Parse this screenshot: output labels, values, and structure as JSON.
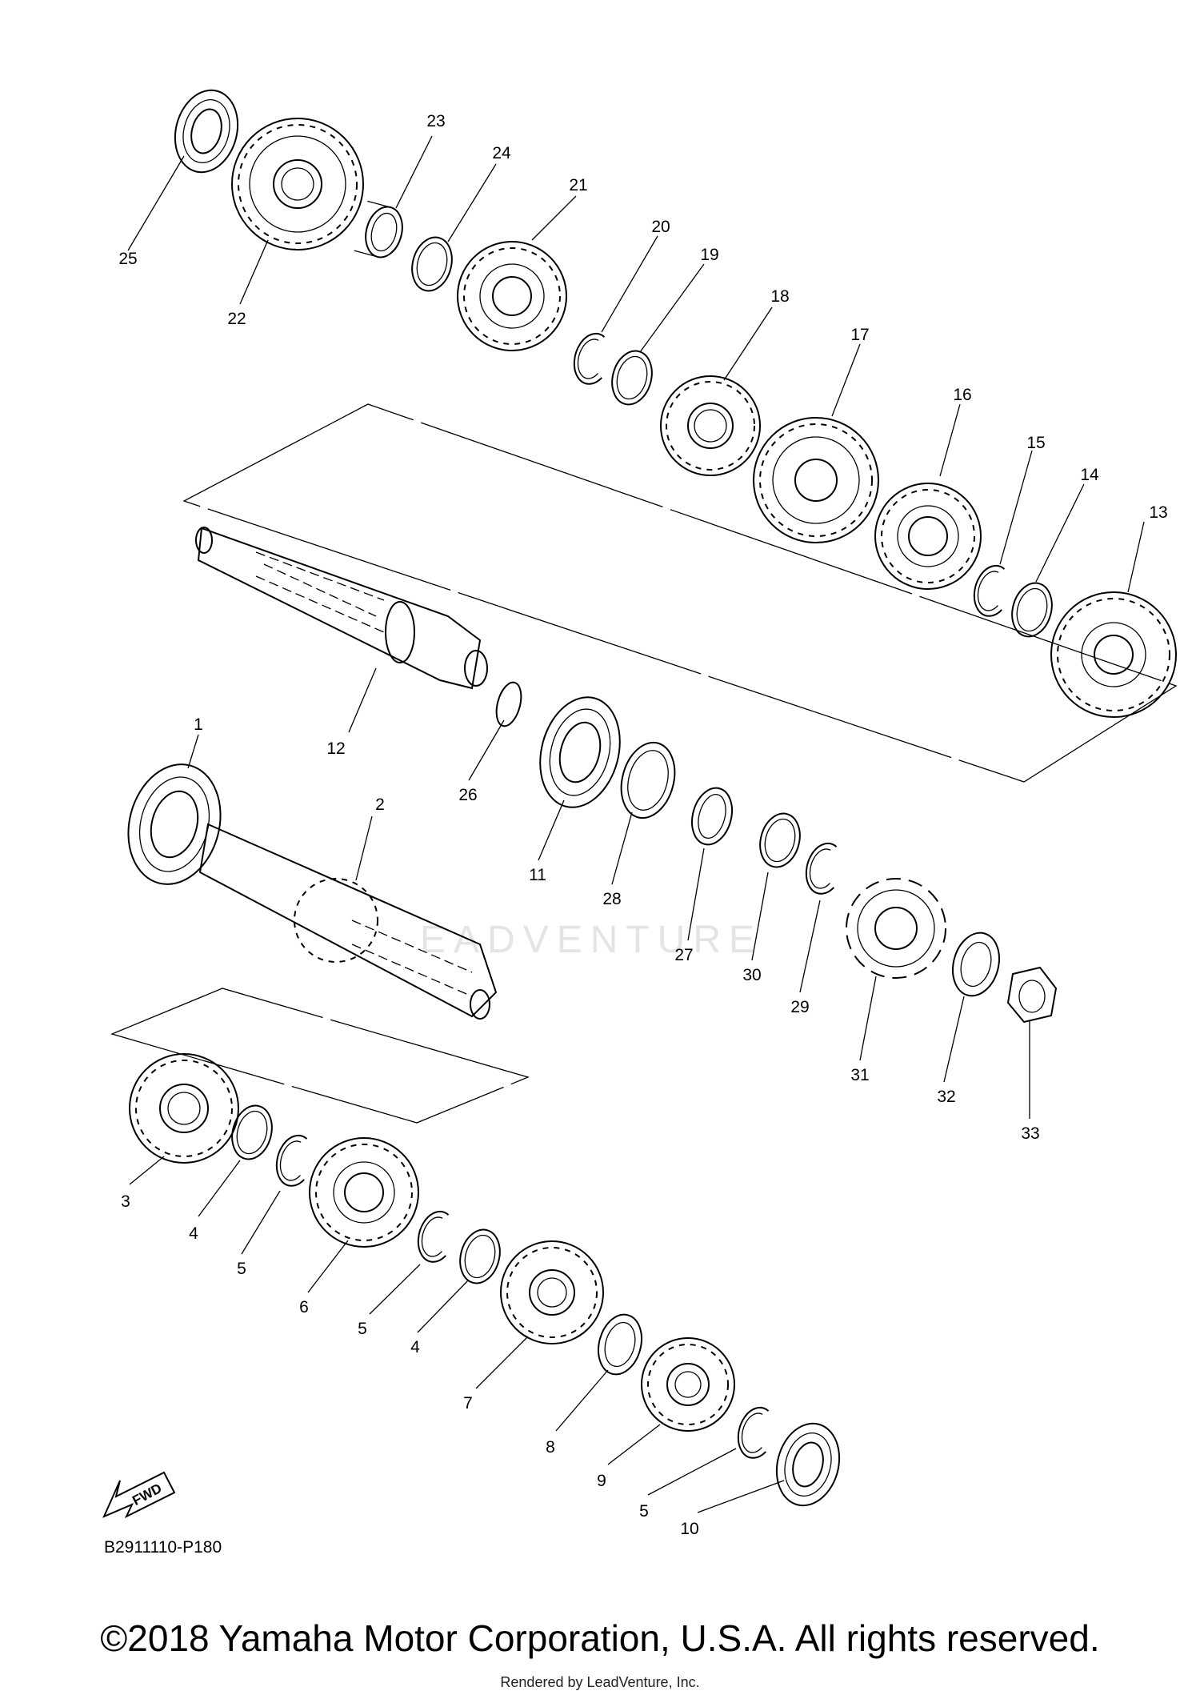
{
  "part_numbers": [
    "1",
    "2",
    "3",
    "4",
    "5",
    "6",
    "7",
    "8",
    "9",
    "10",
    "11",
    "12",
    "13",
    "14",
    "15",
    "16",
    "17",
    "18",
    "19",
    "20",
    "21",
    "22",
    "23",
    "24",
    "25",
    "26",
    "27",
    "28",
    "29",
    "30",
    "31",
    "32",
    "33"
  ],
  "labels": {
    "fwd": "FWD",
    "drawing_code": "B2911110-P180",
    "watermark": "EADVENTURE"
  },
  "footer": {
    "copyright": "©2018 Yamaha Motor Corporation, U.S.A. All rights reserved.",
    "rendered_by": "Rendered by LeadVenture, Inc."
  }
}
